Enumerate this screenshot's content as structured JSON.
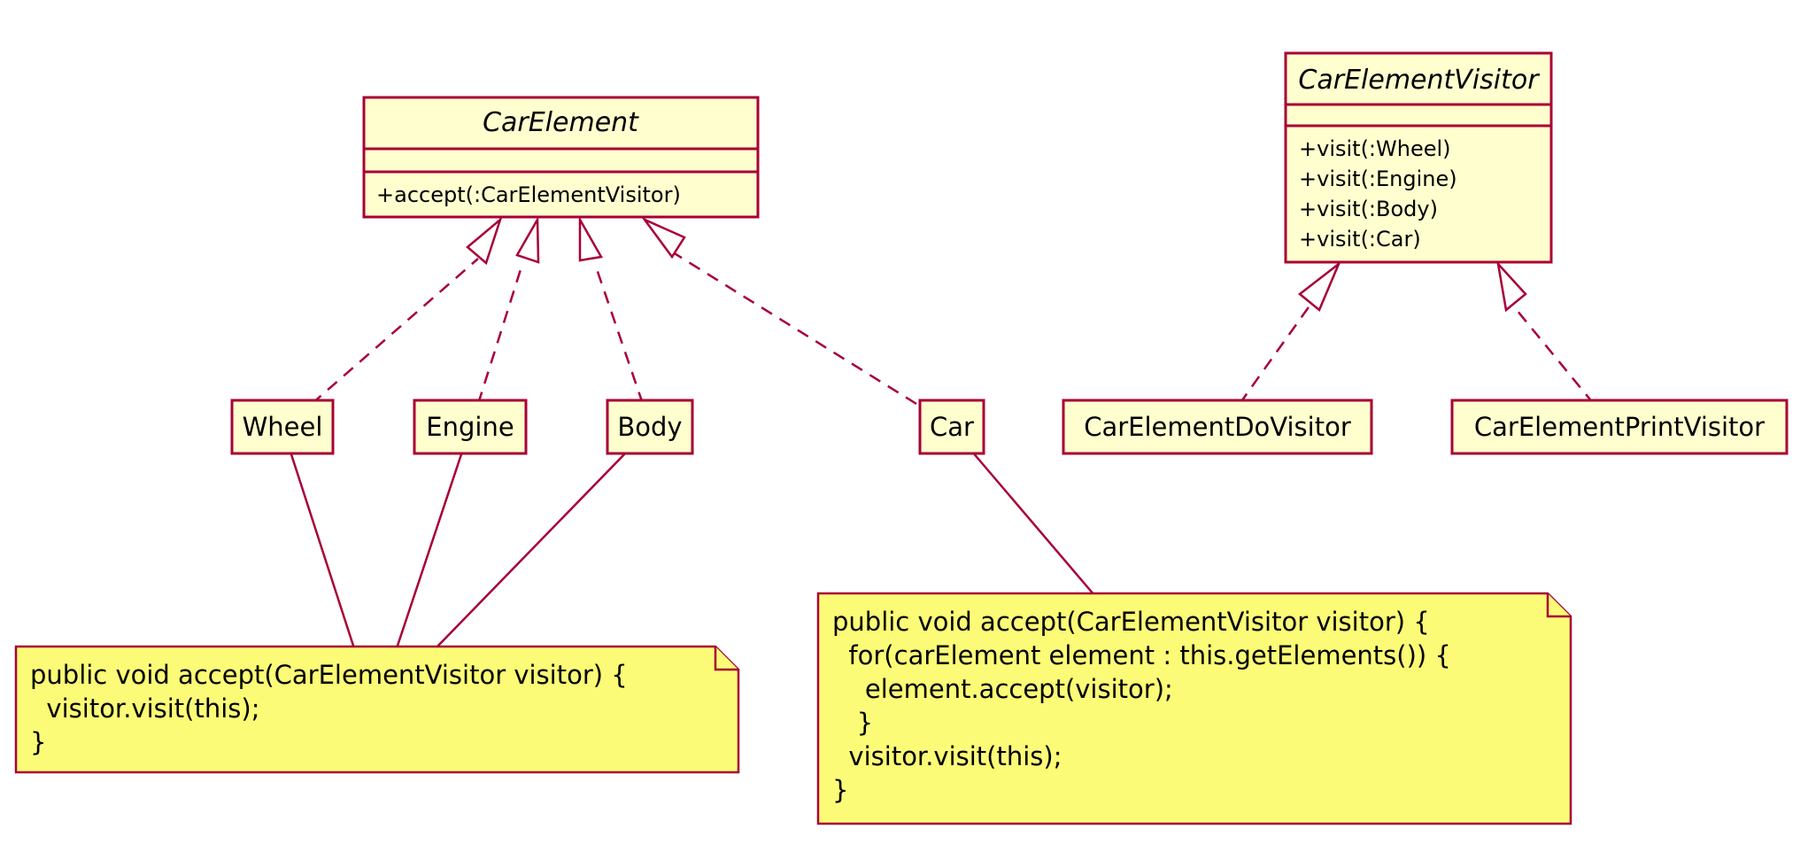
{
  "classes": {
    "car_element": {
      "name": "CarElement",
      "methods": [
        "+accept(:CarElementVisitor)"
      ]
    },
    "car_element_visitor": {
      "name": "CarElementVisitor",
      "methods": [
        "+visit(:Wheel)",
        "+visit(:Engine)",
        "+visit(:Body)",
        "+visit(:Car)"
      ]
    },
    "wheel": {
      "name": "Wheel"
    },
    "engine": {
      "name": "Engine"
    },
    "body": {
      "name": "Body"
    },
    "car": {
      "name": "Car"
    },
    "do_visitor": {
      "name": "CarElementDoVisitor"
    },
    "print_visitor": {
      "name": "CarElementPrintVisitor"
    }
  },
  "notes": {
    "part_accept": [
      "public void accept(CarElementVisitor visitor) {",
      "  visitor.visit(this);",
      "}"
    ],
    "car_accept": [
      "public void accept(CarElementVisitor visitor) {",
      "  for(carElement element : this.getElements()) {",
      "    element.accept(visitor);",
      "   }",
      "  visitor.visit(this);",
      "}"
    ]
  },
  "colors": {
    "class_fill": "#FEFECE",
    "note_fill": "#FBFB77",
    "border": "#A80036"
  }
}
